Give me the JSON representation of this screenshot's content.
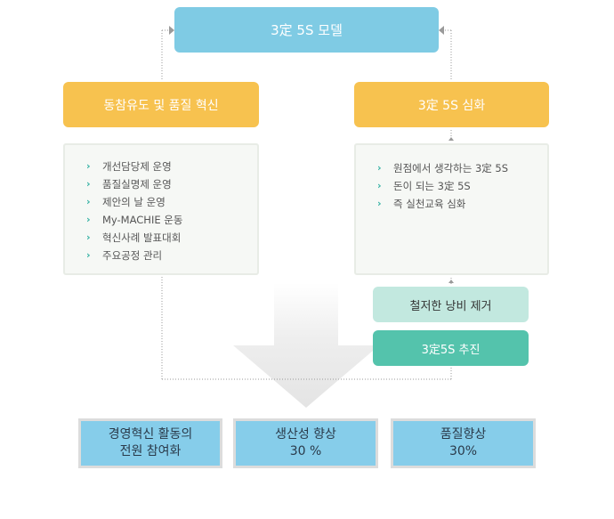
{
  "top": {
    "title": "3定 5S 모델"
  },
  "left": {
    "heading": "동참유도 및 품질 혁신",
    "items": [
      "개선담당제 운영",
      "품질실명제 운영",
      "제안의 날 운영",
      "My-MACHIE 운동",
      "혁신사례 발표대회",
      "주요공정 관리"
    ]
  },
  "right": {
    "heading": "3定 5S 심화",
    "items": [
      "원점에서 생각하는 3定 5S",
      "돈이 되는 3定 5S",
      "즉 실천교육 심화"
    ]
  },
  "steps": {
    "waste": "철저한 낭비 제거",
    "promotion": "3定5S 추진"
  },
  "results": [
    {
      "line1": "경영혁신 활동의",
      "line2": "전원 참여화"
    },
    {
      "line1": "생산성 향상",
      "line2": "30 %"
    },
    {
      "line1": "품질향상",
      "line2": "30%"
    }
  ],
  "colors": {
    "title_box": "#7fcbe4",
    "heading_box": "#f7c24f",
    "panel_bg": "#f6f8f5",
    "waste_box": "#c2e8df",
    "promotion_box": "#54c3ac",
    "result_box": "#86cdea",
    "bullet": "#33b1a3",
    "arrow": "#e8e8e8"
  },
  "icons": {
    "bullet": "chevron-right-icon",
    "down_arrow": "arrow-down-icon"
  }
}
